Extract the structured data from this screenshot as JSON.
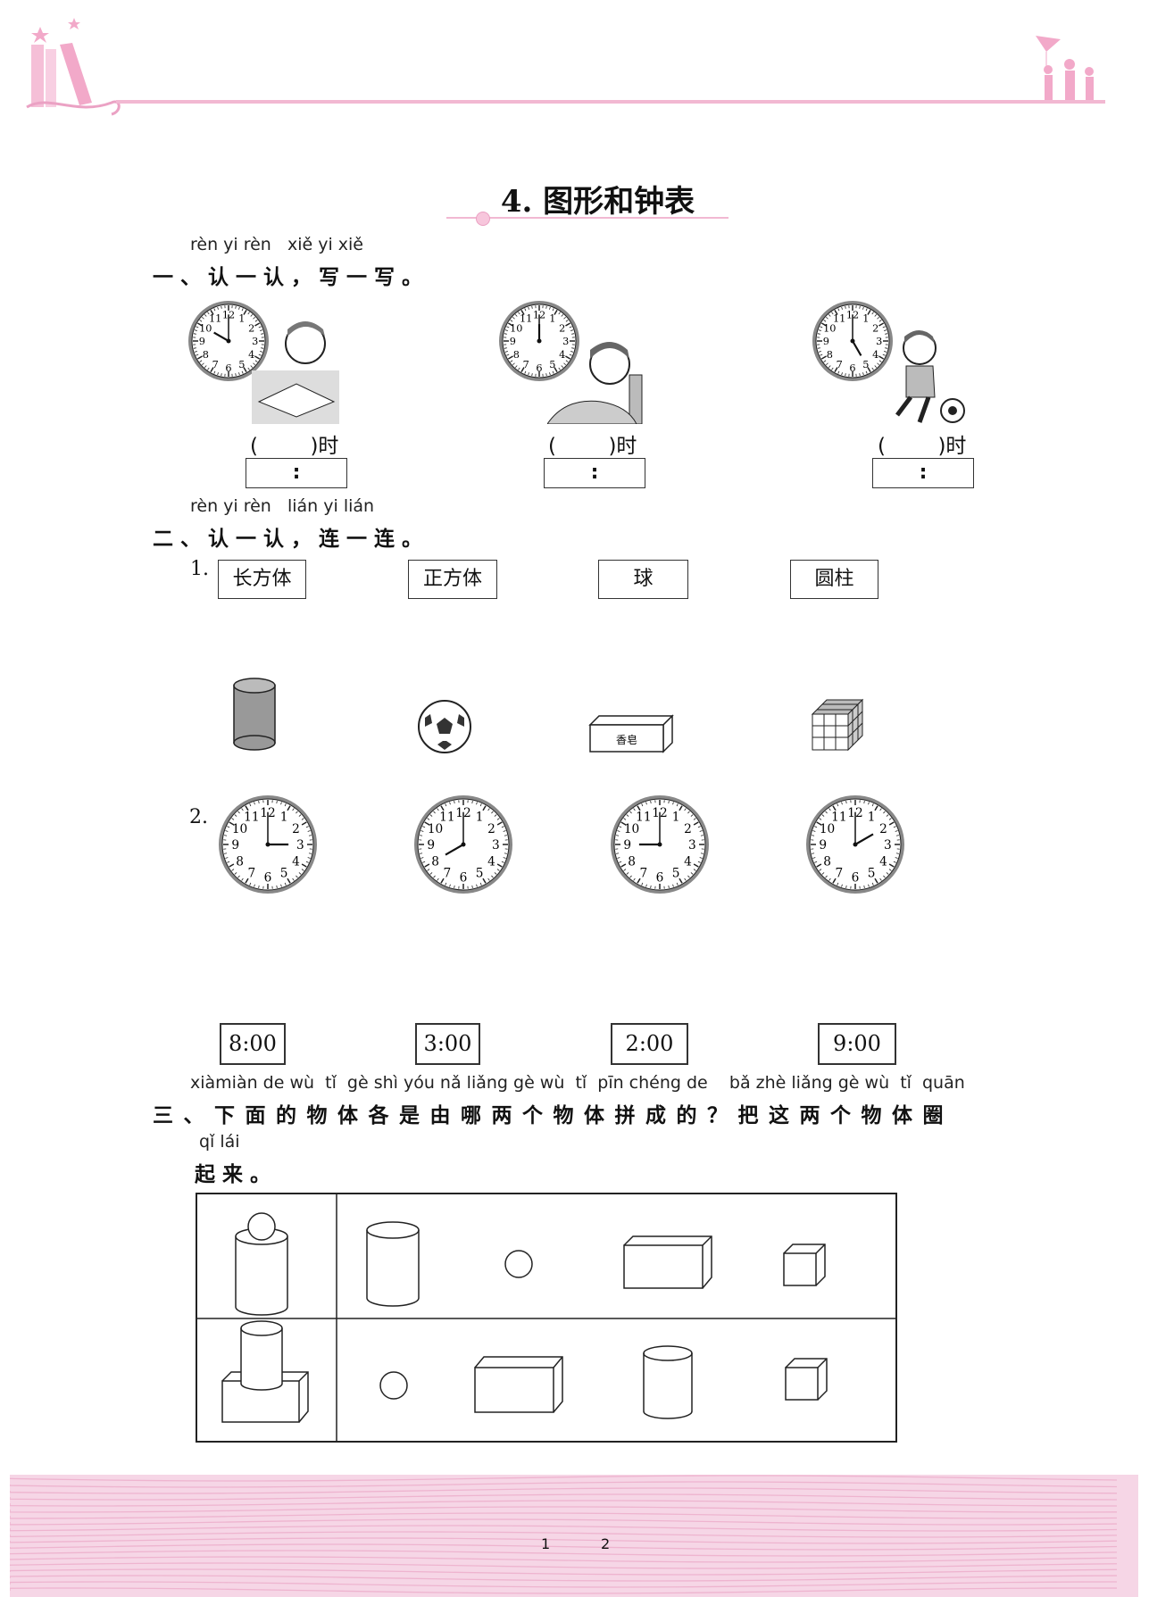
{
  "header": {
    "title": "4. 图形和钟表"
  },
  "section1": {
    "pinyin": "rèn yi rèn   xiě yi xiě",
    "heading": "一、认一认，写一写。",
    "items": [
      {
        "clock_hour": 10,
        "clock_minute": 0,
        "hour_blank": "(        )时",
        "time_blank": ":"
      },
      {
        "clock_hour": 12,
        "clock_minute": 0,
        "hour_blank": "(        )时",
        "time_blank": ":"
      },
      {
        "clock_hour": 5,
        "clock_minute": 0,
        "hour_blank": "(        )时",
        "time_blank": ":"
      }
    ]
  },
  "section2": {
    "pinyin": "rèn yi rèn   lián yi lián",
    "heading": "二、认一认，连一连。",
    "part1_number": "1.",
    "shape_labels": [
      "长方体",
      "正方体",
      "球",
      "圆柱"
    ],
    "soap_label": "香皂",
    "part2_number": "2.",
    "clocks": [
      {
        "hour": 3,
        "minute": 0
      },
      {
        "hour": 8,
        "minute": 0
      },
      {
        "hour": 9,
        "minute": 0
      },
      {
        "hour": 2,
        "minute": 0
      }
    ],
    "time_labels": [
      "8:00",
      "3:00",
      "2:00",
      "9:00"
    ]
  },
  "section3": {
    "pinyin": "xiàmiàn de wù  tǐ  gè shì yóu nǎ liǎng gè wù  tǐ  pīn chéng de    bǎ zhè liǎng gè wù  tǐ  quān",
    "heading": "三、下面的物体各是由哪两个物体拼成的？把这两个物体圈",
    "pinyin2": "qǐ lái",
    "heading2": "起来。"
  },
  "footer": {
    "page_numbers": [
      "1",
      "2"
    ]
  },
  "colors": {
    "accent_pink": "#f2b8d2",
    "footer_pink": "#f6d6e6"
  }
}
